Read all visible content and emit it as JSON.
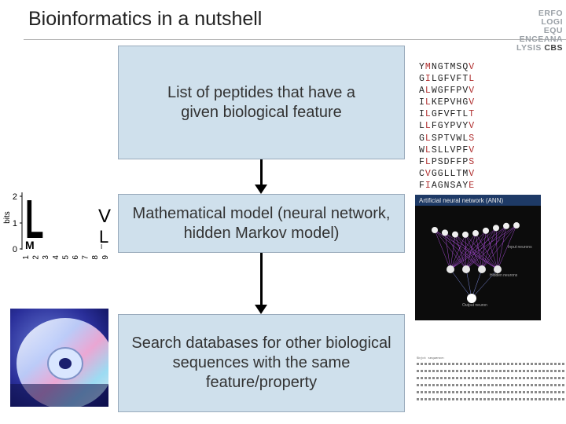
{
  "title": "Bioinformatics in a nutshell",
  "logo": {
    "lines": [
      "ERFO",
      "LOGI",
      "EQU",
      "ENCEANA"
    ],
    "last_prefix": "LYSIS",
    "cbs": "CBS"
  },
  "boxes": {
    "peptides": "List of peptides that have a given biological feature",
    "model": "Mathematical model (neural network, hidden Markov model)",
    "search": "Search databases for other biological sequences with the same feature/property"
  },
  "peptides": [
    [
      "Y",
      "M",
      "NGTMS",
      "Q",
      "V"
    ],
    [
      "G",
      "I",
      "LGFVF",
      "T",
      "L"
    ],
    [
      "A",
      "L",
      "WGFFP",
      "V",
      "V"
    ],
    [
      "I",
      "L",
      "KEPVH",
      "G",
      "V"
    ],
    [
      "I",
      "L",
      "GFVFT",
      "L",
      "T"
    ],
    [
      "L",
      "L",
      "FGYPV",
      "Y",
      "V"
    ],
    [
      "G",
      "L",
      "SPTVW",
      "L",
      "S"
    ],
    [
      "W",
      "L",
      "SLLVP",
      "F",
      "V"
    ],
    [
      "F",
      "L",
      "PSDFF",
      "P",
      "S"
    ],
    [
      "C",
      "V",
      "GGLLT",
      "M",
      "V"
    ],
    [
      "F",
      "I",
      "AGNSA",
      "Y",
      "E"
    ]
  ],
  "seq_logo": {
    "ylabel": "bits",
    "yticks": [
      "2",
      "1",
      "0"
    ],
    "xticks": [
      "1",
      "2",
      "3",
      "4",
      "5",
      "6",
      "7",
      "8",
      "9"
    ]
  },
  "nn_image": {
    "title": "Artificial neural network (ANN)",
    "label_input": "Input neurons",
    "label_hidden": "Hidden neurons",
    "label_output": "Output neuron"
  },
  "blast": {
    "header": "Sbjct sequence:"
  }
}
